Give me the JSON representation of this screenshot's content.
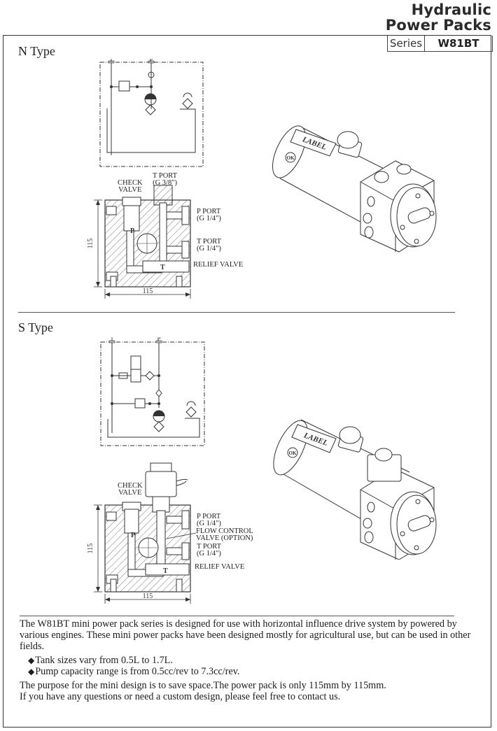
{
  "header": {
    "title_line1": "Hydraulic",
    "title_line2": "Power Packs",
    "series_label": "Series",
    "series_value": "W81BT"
  },
  "sections": [
    {
      "title": "N Type",
      "schematic": {
        "port_t": "T",
        "port_p": "P"
      },
      "block_labels": {
        "check_valve_1": "CHECK",
        "check_valve_2": "VALVE",
        "t_port_top_1": "T PORT",
        "t_port_top_2": "(G 3/8\")",
        "p_port_1": "P PORT",
        "p_port_2": "(G 1/4\")",
        "t_port_1": "T PORT",
        "t_port_2": "(G 1/4\")",
        "relief_valve": "RELIEF VALVE",
        "inner_p": "P",
        "inner_t": "T",
        "dim_height": "115",
        "dim_width": "115"
      },
      "render_labels": {
        "label_plate": "LABEL",
        "ok_mark": "OK"
      }
    },
    {
      "title": "S Type",
      "schematic": {
        "port_t": "T",
        "port_p": "P"
      },
      "block_labels": {
        "check_valve_1": "CHECK",
        "check_valve_2": "VALVE",
        "p_port_1": "P PORT",
        "p_port_2": "(G 1/4\")",
        "flow_control_1": "FLOW CONTROL",
        "flow_control_2": "VALVE (OPTION)",
        "t_port_1": "T PORT",
        "t_port_2": "(G 1/4\")",
        "relief_valve": "RELIEF VALVE",
        "inner_p": "P",
        "inner_t": "T",
        "dim_height": "115",
        "dim_width": "115"
      },
      "render_labels": {
        "label_plate": "LABEL",
        "ok_mark": "OK"
      }
    }
  ],
  "description": {
    "paragraph1": "The W81BT mini power pack series is designed for use with horizontal influence drive system by powered by various engines. These mini power packs have been designed mostly for agricultural use, but can be used in other fields.",
    "bullets": [
      "Tank sizes vary from 0.5L to 1.7L.",
      "Pump capacity range is from 0.5cc/rev to 7.3cc/rev."
    ],
    "paragraph2_line1": "The purpose for the mini design is to save space.The power pack is only 115mm by 115mm.",
    "paragraph2_line2": "If you have any questions or need a custom design, please feel free to contact us."
  },
  "icons": {
    "bullet": "diamond-bullet-icon"
  }
}
